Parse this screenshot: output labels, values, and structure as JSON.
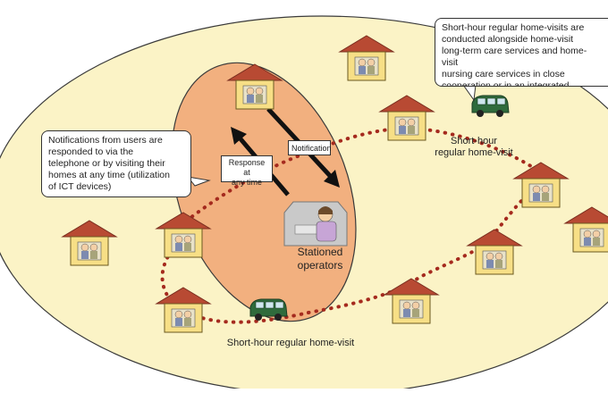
{
  "diagram": {
    "callouts": {
      "users": "Notifications from users are\nresponded to via the\ntelephone or by visiting their\nhomes at any time (utilization\nof ICT devices)",
      "cooperation": "Short-hour regular home-visits are\nconducted alongside home-visit\nlong-term care services and home-visit\nnursing care services in close\ncooperation or in an integrated manner"
    },
    "labels": {
      "notification": "Notification",
      "response": "Response at\nany time",
      "operators": "Stationed\noperators",
      "visit_top": "Short-hour\nregular home-visit",
      "visit_bottom": "Short-hour regular home-visit"
    },
    "colors": {
      "outer_ellipse": "#fbf3c6",
      "inner_ellipse": "#f2b07f",
      "roof": "#b84a33",
      "house_wall": "#f7df86",
      "route_dots": "#a52a1e",
      "car": "#2f6b3c"
    }
  }
}
